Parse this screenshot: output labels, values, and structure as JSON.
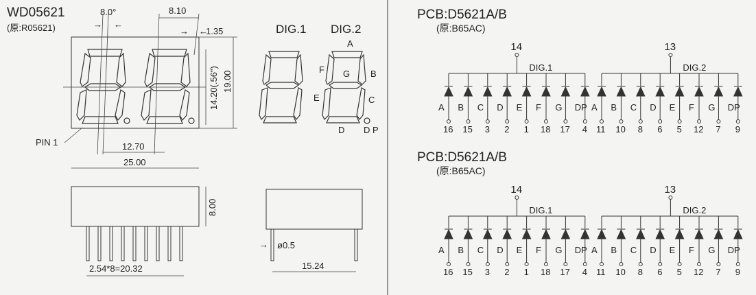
{
  "part": {
    "model": "WD05621",
    "original": "(原:R05621)"
  },
  "dims": {
    "angle": "8.0°",
    "seg_spacing": "8.10",
    "seg_width": "1.35",
    "digit_height": "14.20(.56\")",
    "body_height": "19.00",
    "digit_pitch": "12.70",
    "body_width": "25.00",
    "side_height": "8.00",
    "pin_span": "2.54*8=20.32",
    "pin_dia": "ø0.5",
    "row_spacing": "15.24",
    "pin1": "PIN 1"
  },
  "digit_labels": {
    "dig1": "DIG.1",
    "dig2": "DIG.2"
  },
  "segment_letters": {
    "a": "A",
    "b": "B",
    "c": "C",
    "d": "D",
    "e": "E",
    "f": "F",
    "g": "G",
    "dp": "D P"
  },
  "circuits": [
    {
      "title": "PCB:D5621A/B",
      "subtitle": "(原:B65AC)",
      "common": [
        "14",
        "13"
      ],
      "dig_names": [
        "DIG.1",
        "DIG.2"
      ],
      "seg_names": [
        "A",
        "B",
        "C",
        "D",
        "E",
        "F",
        "G",
        "DP"
      ],
      "pins": [
        [
          "16",
          "15",
          "3",
          "2",
          "1",
          "18",
          "17",
          "4"
        ],
        [
          "11",
          "10",
          "8",
          "6",
          "5",
          "12",
          "7",
          "9"
        ]
      ]
    },
    {
      "title": "PCB:D5621A/B",
      "subtitle": "(原:B65AC)",
      "common": [
        "14",
        "13"
      ],
      "dig_names": [
        "DIG.1",
        "DIG.2"
      ],
      "seg_names": [
        "A",
        "B",
        "C",
        "D",
        "E",
        "F",
        "G",
        "DP"
      ],
      "pins": [
        [
          "16",
          "15",
          "3",
          "2",
          "1",
          "18",
          "17",
          "4"
        ],
        [
          "11",
          "10",
          "8",
          "6",
          "5",
          "12",
          "7",
          "9"
        ]
      ]
    }
  ]
}
